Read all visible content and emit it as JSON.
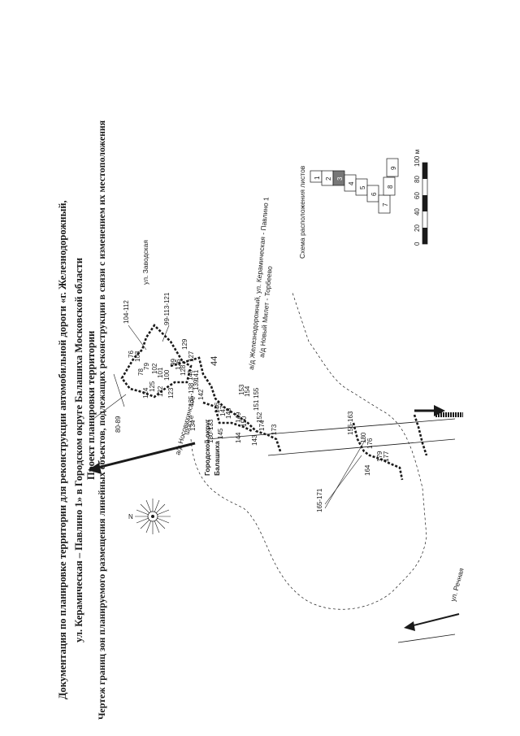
{
  "page_number": "44",
  "title_lines": [
    "Документация по планировке территории для реконструкции автомобильной дороги «г. Железнодорожный,",
    "ул. Керамическая – Павлино 1» в Городском округе Балашиха Московской области",
    "Проект планировки территории",
    "Чертеж границ зон планируемого размещения линейных объектов, подлежащих реконструкции в связи с изменением их местоположения"
  ],
  "map": {
    "district_label_1": "Городской округ",
    "district_label_2": "Балашиха",
    "roads": {
      "nosovikhinskoe_1": "а/д Носовихинское",
      "nosovikhinskoe_2": "шоссе",
      "zavodskaya": "ул. Заводская",
      "keramicheskaya": "а/д Железнодорожный, ул. Керамическая - Павлино 1",
      "novy_milet": "а/д Новый Милет - Торбеево",
      "rechnaya": "ул. Речная"
    },
    "point_labels": {
      "l80_89": "80-89",
      "l104_112": "104-112",
      "l99_113_121": "99-113-121",
      "l76": "76",
      "l103": "103",
      "l102": "102",
      "l101": "101",
      "l100": "100",
      "l99": "99",
      "l78": "78",
      "l79": "79",
      "l125": "125",
      "l124": "124",
      "l122": "122",
      "l123": "123",
      "l129": "129",
      "l127": "127",
      "l126": "126",
      "l128": "128",
      "l140": "140",
      "l141": "141",
      "l139": "139",
      "l135_138": "135-138",
      "l142": "142",
      "l134": "134",
      "l130_133": "130-133",
      "l146": "146",
      "l147": "147",
      "l148": "148",
      "l145": "145",
      "l149": "149",
      "l150": "150",
      "l152": "152",
      "l144": "144",
      "l143": "143",
      "l153": "153",
      "l154": "154",
      "l155": "155",
      "l151": "151",
      "l174": "174",
      "l173": "173",
      "l156_163": "156-163",
      "l180": "180",
      "l176": "176",
      "l179": "179",
      "l177": "177",
      "l164": "164",
      "l165_171": "165-171"
    },
    "compass_north": "N"
  },
  "sheet_scheme": {
    "title": "Схема расположения листов",
    "sheets": [
      "1",
      "2",
      "3",
      "4",
      "5",
      "6",
      "7",
      "8",
      "9"
    ],
    "highlighted_sheet": "3"
  },
  "scale_bar": {
    "ticks": [
      "0",
      "20",
      "40",
      "60",
      "80",
      "100 м"
    ]
  },
  "colors": {
    "ink": "#1a1a1a",
    "hatch": "#555555"
  }
}
